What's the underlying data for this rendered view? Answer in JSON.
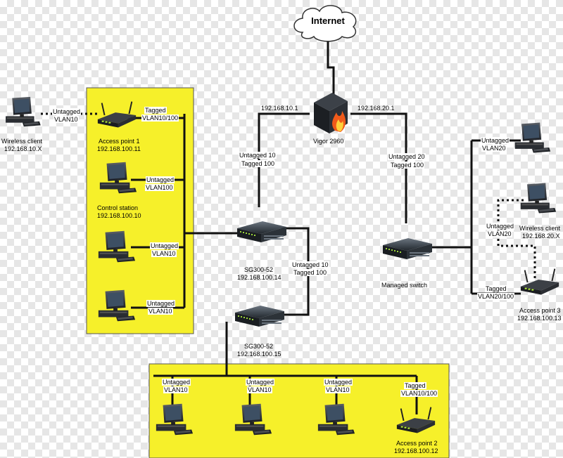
{
  "internet": "Internet",
  "router": {
    "name": "Vigor 2960",
    "left_ip": "192.168.10.1",
    "right_ip": "192.168.20.1"
  },
  "link_router_sg": {
    "line1": "Untagged 10",
    "line2": "Tagged 100"
  },
  "link_router_managed": {
    "line1": "Untagged 20",
    "line2": "Tagged 100"
  },
  "sg1": {
    "name": "SG300-52",
    "ip": "192.168.100.14"
  },
  "sg2": {
    "name": "SG300-52",
    "ip": "192.168.100.15"
  },
  "link_sg1_sg2": {
    "line1": "Untagged 10",
    "line2": "Tagged 100"
  },
  "managed": {
    "name": "Managed switch"
  },
  "wireless_client_left": {
    "name": "Wireless client",
    "ip": "192.168.10.X"
  },
  "link_wireless_left": {
    "line1": "Untagged",
    "line2": "VLAN10"
  },
  "ap1": {
    "name": "Access point 1",
    "ip": "192.168.100.11"
  },
  "link_ap1": {
    "line1": "Tagged",
    "line2": "VLAN10/100"
  },
  "control_station": {
    "name": "Control station",
    "ip": "192.168.100.10"
  },
  "link_control": {
    "line1": "Untagged",
    "line2": "VLAN100"
  },
  "link_pc_a": {
    "line1": "Untagged",
    "line2": "VLAN10"
  },
  "link_pc_b": {
    "line1": "Untagged",
    "line2": "VLAN10"
  },
  "link_right_pc": {
    "line1": "Untagged",
    "line2": "VLAN20"
  },
  "wireless_client_right": {
    "name": "Wireless client",
    "ip": "192.168.20.X"
  },
  "link_wireless_right": {
    "line1": "Untagged",
    "line2": "VLAN20"
  },
  "ap3": {
    "name": "Access point 3",
    "ip": "192.168.100.13"
  },
  "link_ap3": {
    "line1": "Tagged",
    "line2": "VLAN20/100"
  },
  "bottom_links": [
    {
      "line1": "Untagged",
      "line2": "VLAN10"
    },
    {
      "line1": "Untagged",
      "line2": "VLAN10"
    },
    {
      "line1": "Untagged",
      "line2": "VLAN10"
    },
    {
      "line1": "Tagged",
      "line2": "VLAN10/100"
    }
  ],
  "ap2": {
    "name": "Access point 2",
    "ip": "192.168.100.12"
  },
  "colors": {
    "zone": "#f6f02a",
    "zone_border": "#555555",
    "line": "#111111"
  }
}
